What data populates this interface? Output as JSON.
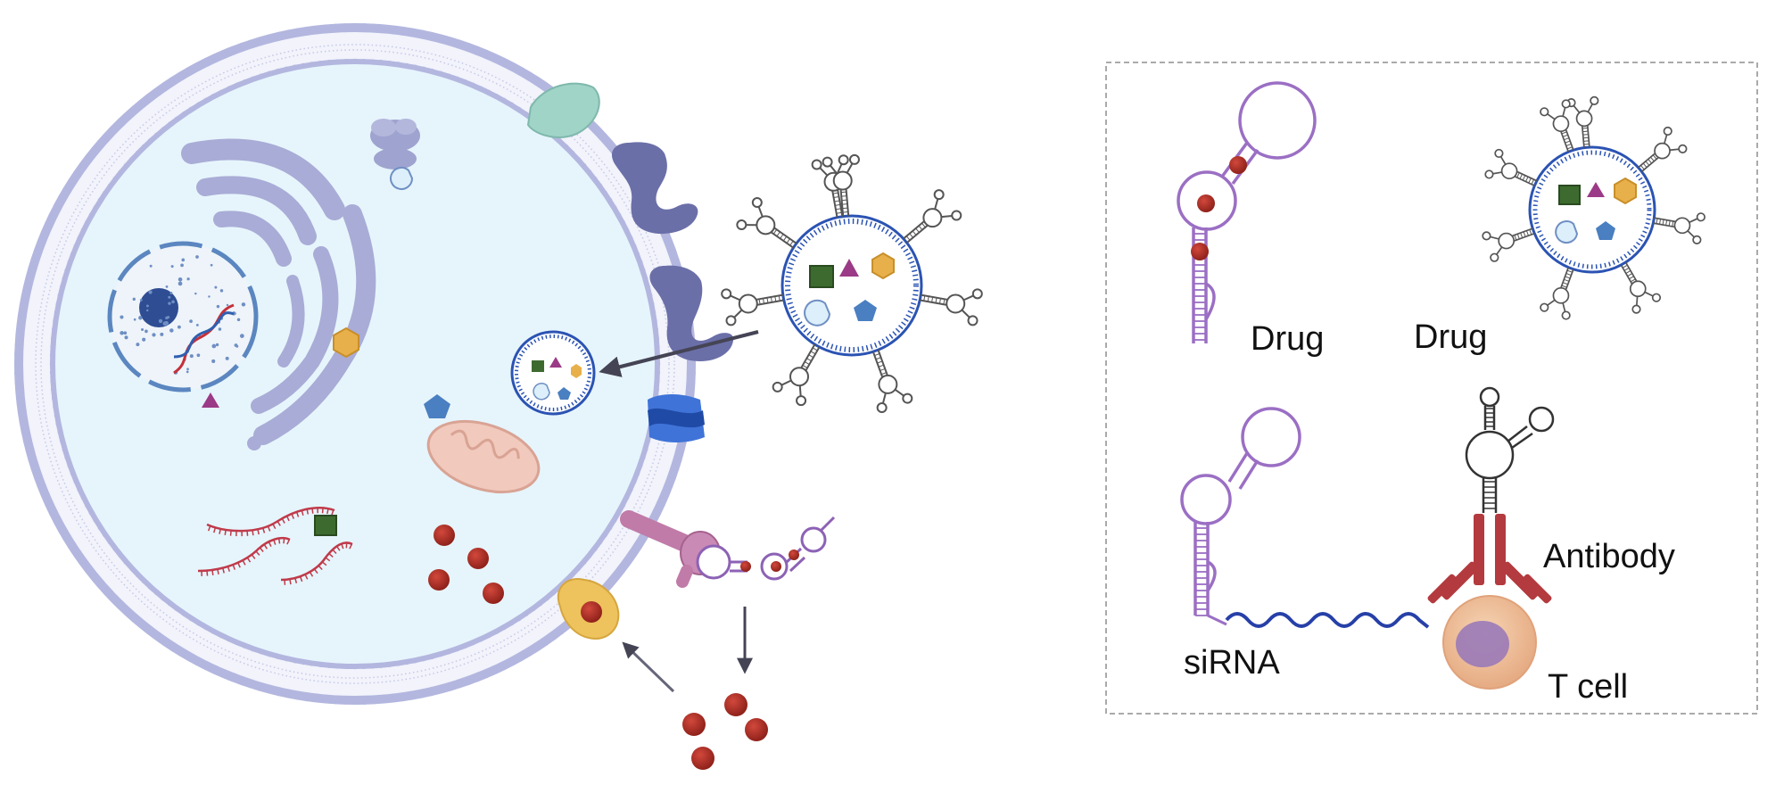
{
  "labels": {
    "drug_aptamer": "Drug",
    "drug_nanoparticle": "Drug",
    "sirna": "siRNA",
    "antibody": "Antibody",
    "t_cell": "T cell"
  },
  "colors": {
    "membrane": "#b3b7df",
    "cytoplasm": "#e6f5fc",
    "organelle": "#a9acd6",
    "nucleus_border": "#5b86c0",
    "aptamer": "#9b6fc4",
    "nanoparticle_ring": "#2b53b3",
    "drug_red": "#a52a22",
    "square_green": "#3d6b2f",
    "triangle_magenta": "#9b3a86",
    "hexagon_orange": "#e8b04a",
    "pentagon_blue": "#4a7fc1",
    "antibody_red": "#b33a3e",
    "sirna_blue": "#2740a8",
    "t_cell": "#eebb93",
    "t_cell_nucleus": "#9a7ab8",
    "arrow": "#444455",
    "panel_border": "#aaaaaa"
  },
  "icons": {
    "cell": "cell-icon",
    "nucleus": "nucleus-icon",
    "dna": "dna-helix-icon",
    "golgi": "golgi-apparatus-icon",
    "mitochondrion": "mitochondrion-icon",
    "ribosome": "ribosome-icon",
    "nanoparticle": "aptamer-nanoparticle-icon",
    "receptor": "receptor-icon",
    "channel": "transmembrane-channel-icon",
    "mrna": "mrna-strand-icon",
    "drug_molecule": "drug-molecule-icon",
    "antibody": "antibody-icon",
    "t_cell": "t-cell-icon"
  }
}
